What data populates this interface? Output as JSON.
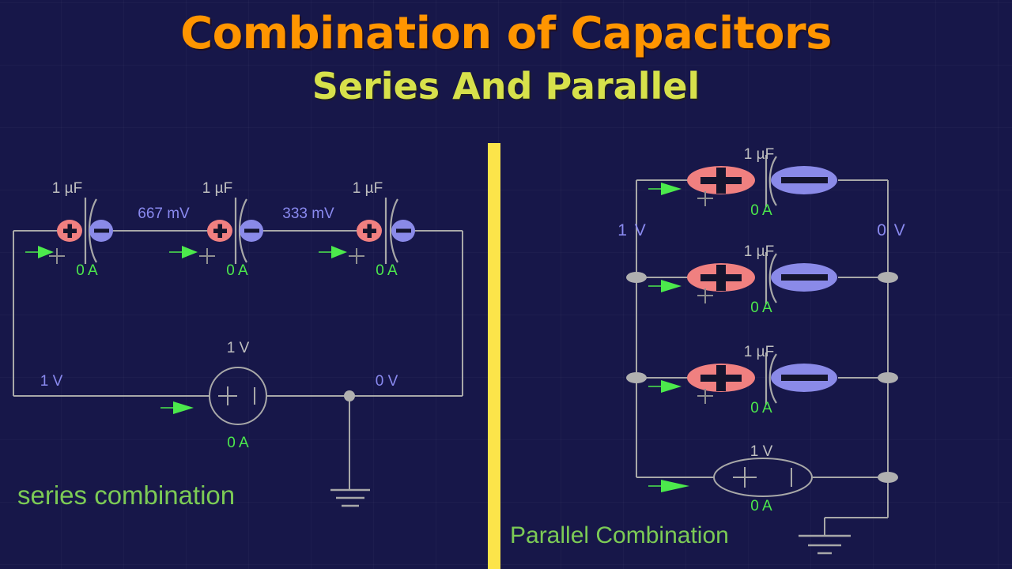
{
  "titles": {
    "main": "Combination of Capacitors",
    "sub": "Series And Parallel",
    "main_color": "#FF9500",
    "sub_color": "#D7E14B"
  },
  "background_color": "#171749",
  "divider_color": "#FCE44A",
  "captions": {
    "series": "series combination",
    "parallel": "Parallel Combination",
    "color": "#7CCB55"
  },
  "series_circuit": {
    "name": "series combination",
    "capacitors": [
      {
        "value": "1 µF",
        "current": "0 A",
        "polarity_mark": "+"
      },
      {
        "value": "1 µF",
        "current": "0 A",
        "polarity_mark": "+"
      },
      {
        "value": "1 µF",
        "current": "0 A",
        "polarity_mark": "+"
      }
    ],
    "node_voltages": [
      {
        "label": "667 mV"
      },
      {
        "label": "333 mV"
      },
      {
        "label": "1 V"
      },
      {
        "label": "0 V"
      }
    ],
    "source": {
      "value": "1 V",
      "current": "0 A",
      "plus": "+",
      "minus": "|"
    }
  },
  "parallel_circuit": {
    "name": "Parallel Combination",
    "capacitors": [
      {
        "value": "1 µF",
        "current": "0 A",
        "polarity_mark": "+"
      },
      {
        "value": "1 µF",
        "current": "0 A",
        "polarity_mark": "+"
      },
      {
        "value": "1 µF",
        "current": "0 A",
        "polarity_mark": "+"
      }
    ],
    "node_voltages": [
      {
        "label": "1 V"
      },
      {
        "label": "0 V"
      }
    ],
    "source": {
      "value": "1 V",
      "current": "0 A",
      "plus": "+",
      "minus": "|"
    }
  }
}
